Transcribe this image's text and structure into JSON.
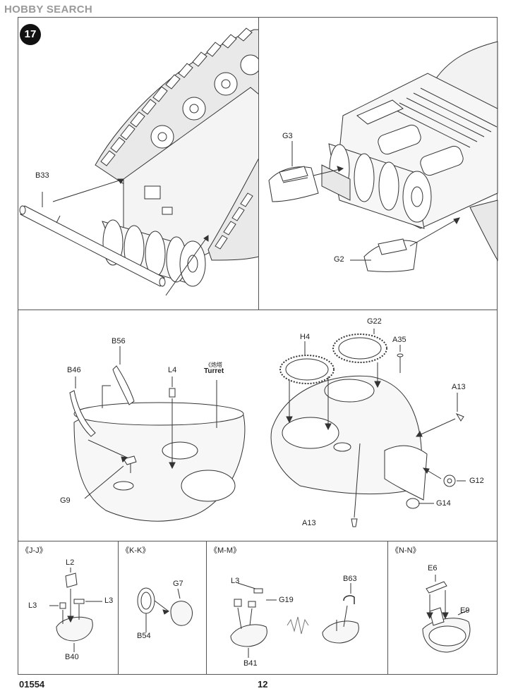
{
  "watermark": {
    "logo_text": "HOBBY SEARCH"
  },
  "step": {
    "number": "17"
  },
  "top_left": {
    "part_b33": "B33"
  },
  "top_right": {
    "part_g3": "G3",
    "part_g2": "G2"
  },
  "middle_left": {
    "part_b56": "B56",
    "part_b46": "B46",
    "part_l4": "L4",
    "part_g9": "G9",
    "turret_cn": "《炮塔",
    "turret_en": "Turret"
  },
  "middle_right": {
    "part_h4": "H4",
    "part_g22": "G22",
    "part_a35": "A35",
    "part_a13_top": "A13",
    "part_g12": "G12",
    "part_g14": "G14",
    "part_a13_bottom": "A13"
  },
  "detail_jj": {
    "title": "《J-J》",
    "part_l2": "L2",
    "part_l3_left": "L3",
    "part_l3_right": "L3",
    "part_b40": "B40"
  },
  "detail_kk": {
    "title": "《K-K》",
    "part_g7": "G7",
    "part_b54": "B54"
  },
  "detail_mm": {
    "title": "《M-M》",
    "part_l3": "L3",
    "part_g19": "G19",
    "part_b63": "B63",
    "part_b41": "B41"
  },
  "detail_nn": {
    "title": "《N-N》",
    "part_e6": "E6",
    "part_e9": "E9"
  },
  "footer": {
    "product_code": "01554",
    "page_number": "12"
  }
}
